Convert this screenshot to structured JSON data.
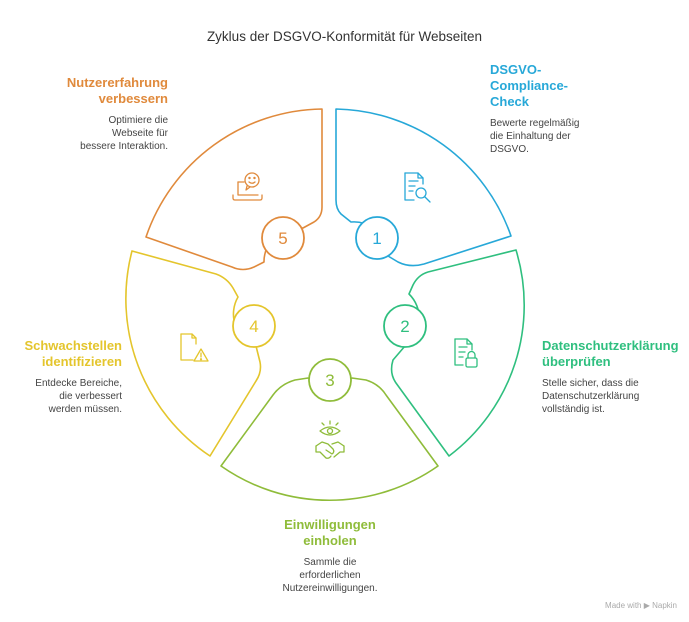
{
  "title": "Zyklus der DSGVO-Konformität für Webseiten",
  "colors": {
    "step1": "#27a8d8",
    "step2": "#2fbf7f",
    "step3": "#8fbc3a",
    "step4": "#e4c52c",
    "step5": "#e08a3c"
  },
  "steps": [
    {
      "number": "1",
      "title_line1": "DSGVO-",
      "title_line2": "Compliance-",
      "title_line3": "Check",
      "desc_line1": "Bewerte regelmäßig",
      "desc_line2": "die Einhaltung der",
      "desc_line3": "DSGVO.",
      "icon": "document-search-icon"
    },
    {
      "number": "2",
      "title_line1": "Datenschutzerklärung",
      "title_line2": "überprüfen",
      "desc_line1": "Stelle sicher, dass die",
      "desc_line2": "Datenschutzerklärung",
      "desc_line3": "vollständig ist.",
      "icon": "document-lock-icon"
    },
    {
      "number": "3",
      "title_line1": "Einwilligungen",
      "title_line2": "einholen",
      "desc_line1": "Sammle die",
      "desc_line2": "erforderlichen",
      "desc_line3": "Nutzereinwilligungen.",
      "icon": "handshake-eye-icon"
    },
    {
      "number": "4",
      "title_line1": "Schwachstellen",
      "title_line2": "identifizieren",
      "desc_line1": "Entdecke Bereiche,",
      "desc_line2": "die verbessert",
      "desc_line3": "werden müssen.",
      "icon": "document-warning-icon"
    },
    {
      "number": "5",
      "title_line1": "Nutzererfahrung",
      "title_line2": "verbessern",
      "desc_line1": "Optimiere die",
      "desc_line2": "Webseite für",
      "desc_line3": "bessere Interaktion.",
      "icon": "laptop-smiley-icon"
    }
  ],
  "footer": "Made with ▶ Napkin"
}
